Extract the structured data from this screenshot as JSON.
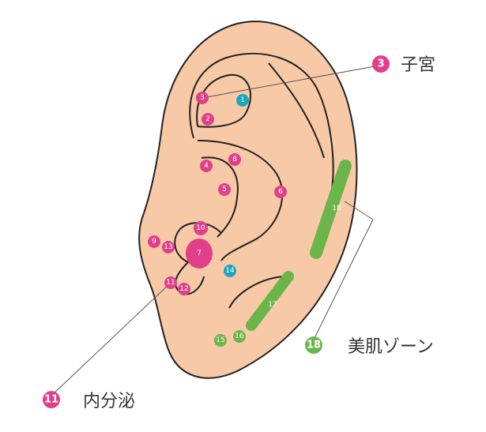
{
  "colors": {
    "skin": "#f7c9a7",
    "outline": "#222222",
    "pink": "#e0408a",
    "teal": "#1aa7bd",
    "green": "#6bb54a",
    "text": "#333333"
  },
  "points": [
    {
      "id": "p1",
      "label": "1",
      "color": "teal"
    },
    {
      "id": "p2",
      "label": "2",
      "color": "pink"
    },
    {
      "id": "p3",
      "label": "3",
      "color": "pink"
    },
    {
      "id": "p4",
      "label": "4",
      "color": "pink"
    },
    {
      "id": "p5",
      "label": "5",
      "color": "pink"
    },
    {
      "id": "p6",
      "label": "6",
      "color": "pink"
    },
    {
      "id": "p7",
      "label": "7",
      "color": "pink"
    },
    {
      "id": "p8",
      "label": "8",
      "color": "pink"
    },
    {
      "id": "p9",
      "label": "9",
      "color": "pink"
    },
    {
      "id": "p10",
      "label": "10",
      "color": "pink"
    },
    {
      "id": "p11",
      "label": "11",
      "color": "pink"
    },
    {
      "id": "p12",
      "label": "12",
      "color": "pink"
    },
    {
      "id": "p13",
      "label": "13",
      "color": "pink"
    },
    {
      "id": "p14",
      "label": "14",
      "color": "teal"
    },
    {
      "id": "p15",
      "label": "15",
      "color": "green"
    },
    {
      "id": "p16",
      "label": "16",
      "color": "green"
    },
    {
      "id": "z17",
      "label": "17",
      "color": "green"
    },
    {
      "id": "z18",
      "label": "18",
      "color": "green"
    }
  ],
  "callouts": [
    {
      "id": "c3",
      "badge": "3",
      "text": "子宮",
      "color": "pink"
    },
    {
      "id": "c18",
      "badge": "18",
      "text": "美肌ゾーン",
      "color": "green"
    },
    {
      "id": "c11",
      "badge": "11",
      "text": "内分泌",
      "color": "pink"
    }
  ]
}
